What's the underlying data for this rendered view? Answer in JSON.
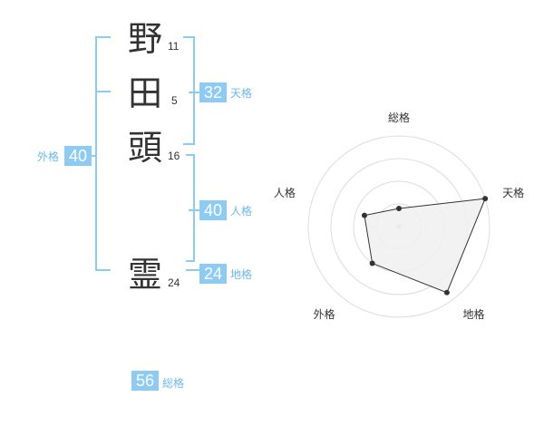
{
  "colors": {
    "accent": "#8ccbf4",
    "accent_text": "#6bb8ec",
    "text": "#333333"
  },
  "name": [
    {
      "char": "野",
      "strokes": "11"
    },
    {
      "char": "田",
      "strokes": "5"
    },
    {
      "char": "頭",
      "strokes": "16"
    },
    {
      "char": "霊",
      "strokes": "24"
    }
  ],
  "fortunes": {
    "tenkaku": {
      "value": "32",
      "label": "天格"
    },
    "jinkaku": {
      "value": "40",
      "label": "人格"
    },
    "chikaku": {
      "value": "24",
      "label": "地格"
    },
    "gaikaku": {
      "value": "40",
      "label": "外格"
    },
    "soukaku": {
      "value": "56",
      "label": "総格"
    }
  },
  "chart_data": {
    "type": "radar",
    "axes": [
      "総格",
      "天格",
      "地格",
      "外格",
      "人格"
    ],
    "values": [
      0.2,
      1.0,
      0.9,
      0.5,
      0.4
    ],
    "rings": 4,
    "fill": "#f0f0f0",
    "stroke": "#333333"
  }
}
